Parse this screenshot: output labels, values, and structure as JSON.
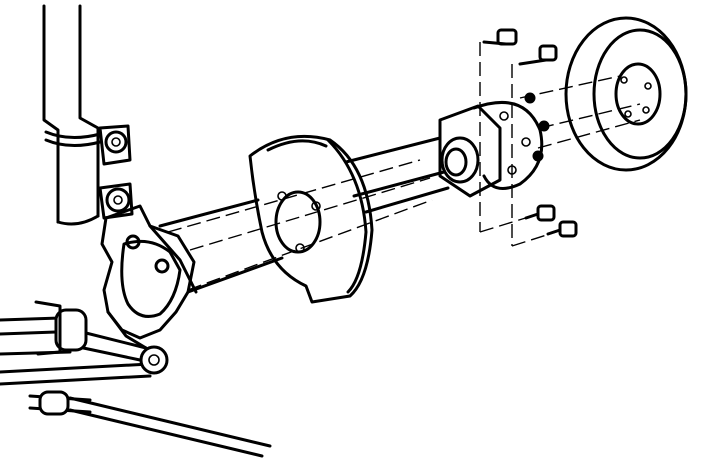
{
  "diagram": {
    "components": [
      "strut",
      "steering-knuckle",
      "lower-control-arm",
      "stabilizer-bar",
      "splash-shield",
      "hub-bearing",
      "brake-rotor",
      "mounting-bolts"
    ]
  }
}
